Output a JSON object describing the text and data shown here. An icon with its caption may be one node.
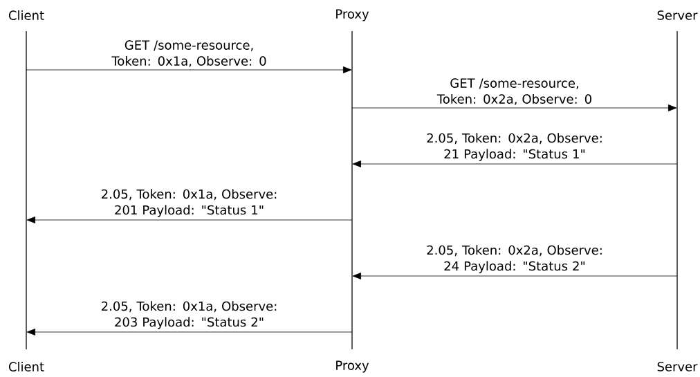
{
  "diagram": {
    "nodes": [
      {
        "text": [
          "Client"
        ]
      },
      {
        "text": [
          "Proxy"
        ]
      },
      {
        "text": [
          "Server"
        ]
      },
      {
        "text": [],
        "shape": "bar"
      },
      {
        "text": [],
        "shape": "bar"
      },
      {
        "text": [],
        "shape": "bar"
      },
      {
        "text": [
          "Client"
        ]
      },
      {
        "text": [
          "Proxy"
        ]
      },
      {
        "text": [
          "Server"
        ]
      }
    ],
    "edges": [
      {
        "from": 3,
        "to": 4,
        "arrow": "to",
        "label": "GET /some-resource, Token: 0x1a, Observe: 0"
      },
      {
        "from": 4,
        "to": 5,
        "arrow": "to",
        "label": "GET /some-resource, Token: 0x2a, Observe: 0"
      },
      {
        "from": 5,
        "to": 4,
        "arrow": "to",
        "label": "2.05, Token: 0x2a, Observe: 21 Payload: \"Status 1\""
      },
      {
        "from": 4,
        "to": 3,
        "arrow": "to",
        "label": "2.05, Token: 0x1a, Observe: 201 Payload: \"Status 1\""
      },
      {
        "from": 5,
        "to": 4,
        "arrow": "to",
        "label": "2.05, Token: 0x2a, Observe: 24 Payload: \"Status 2\""
      },
      {
        "from": 4,
        "to": 3,
        "arrow": "to",
        "label": "2.05, Token: 0x1a, Observe: 203 Payload: \"Status 2\""
      }
    ]
  }
}
